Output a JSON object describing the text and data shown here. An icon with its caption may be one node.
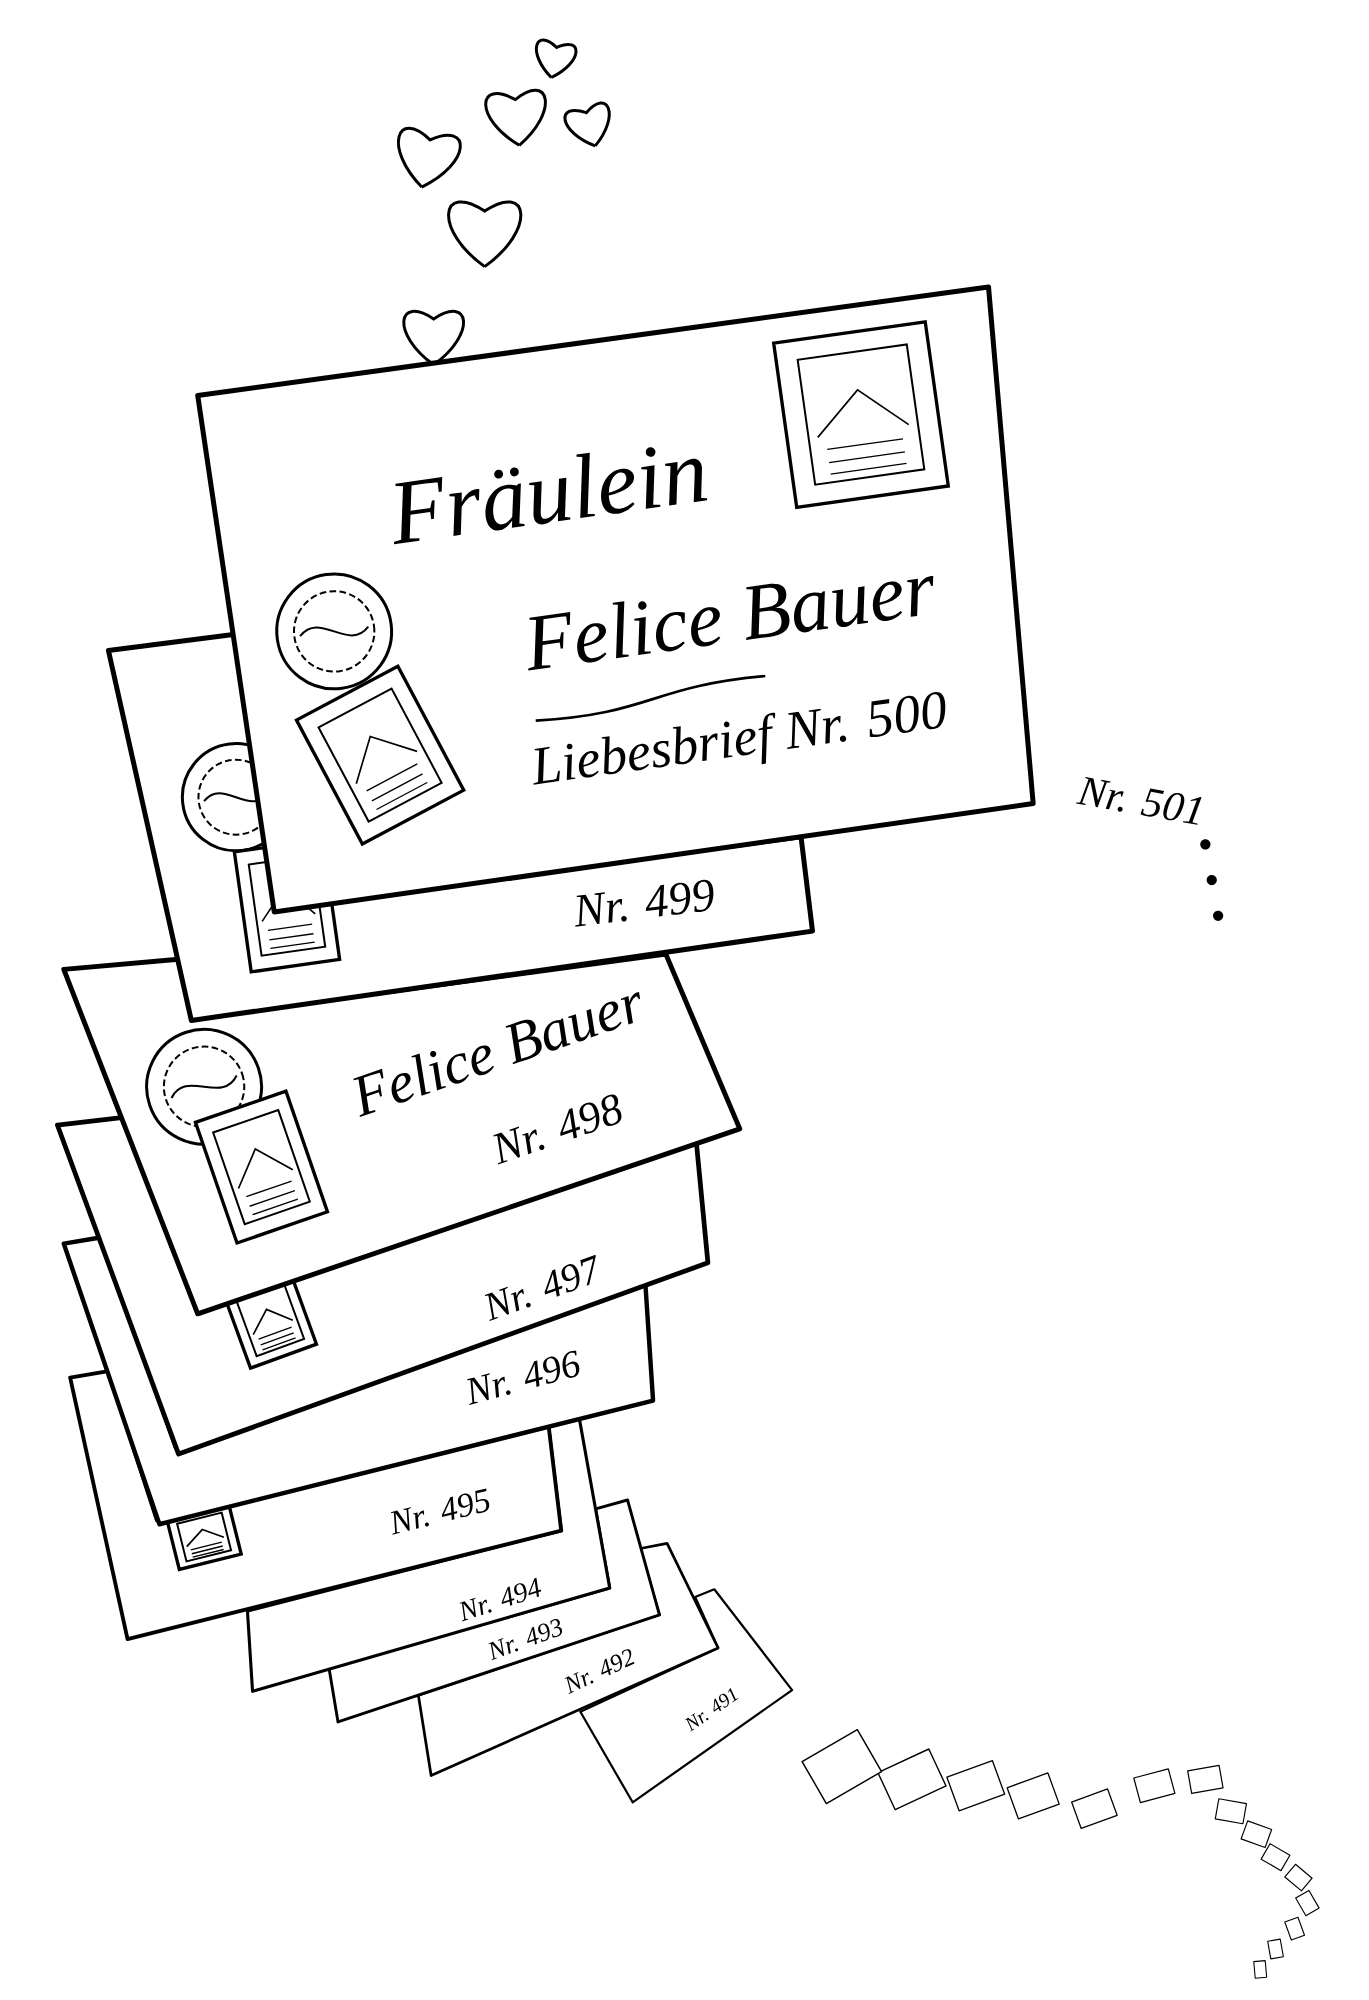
{
  "diagram": {
    "nodes": [
      {
        "text": [
          "Fräulein",
          "Felice Bauer",
          "Liebesbrief Nr. 500"
        ]
      },
      {
        "text": [
          "Nr. 499"
        ]
      },
      {
        "text": [
          "Felice Bauer",
          "Nr. 498"
        ]
      },
      {
        "text": [
          "Nr. 497"
        ]
      },
      {
        "text": [
          "Nr. 496"
        ]
      },
      {
        "text": [
          "Nr. 495"
        ]
      },
      {
        "text": [
          "Nr. 494"
        ]
      },
      {
        "text": [
          "Nr. 493"
        ]
      },
      {
        "text": [
          "Nr. 492"
        ]
      },
      {
        "text": [
          "Nr. 491"
        ]
      },
      {
        "text": [],
        "shape": "box"
      },
      {
        "text": [],
        "shape": "box"
      },
      {
        "text": [],
        "shape": "box"
      },
      {
        "text": [],
        "shape": "box"
      },
      {
        "text": [],
        "shape": "box"
      },
      {
        "text": [],
        "shape": "box"
      },
      {
        "text": [],
        "shape": "box"
      },
      {
        "text": [],
        "shape": "box"
      },
      {
        "text": [],
        "shape": "box"
      },
      {
        "text": [],
        "shape": "box"
      },
      {
        "text": [],
        "shape": "box"
      },
      {
        "text": [],
        "shape": "box"
      },
      {
        "text": [],
        "shape": "box"
      },
      {
        "text": [],
        "shape": "box"
      },
      {
        "text": [],
        "shape": "box"
      }
    ],
    "labels": [
      "Nr. 501"
    ]
  }
}
